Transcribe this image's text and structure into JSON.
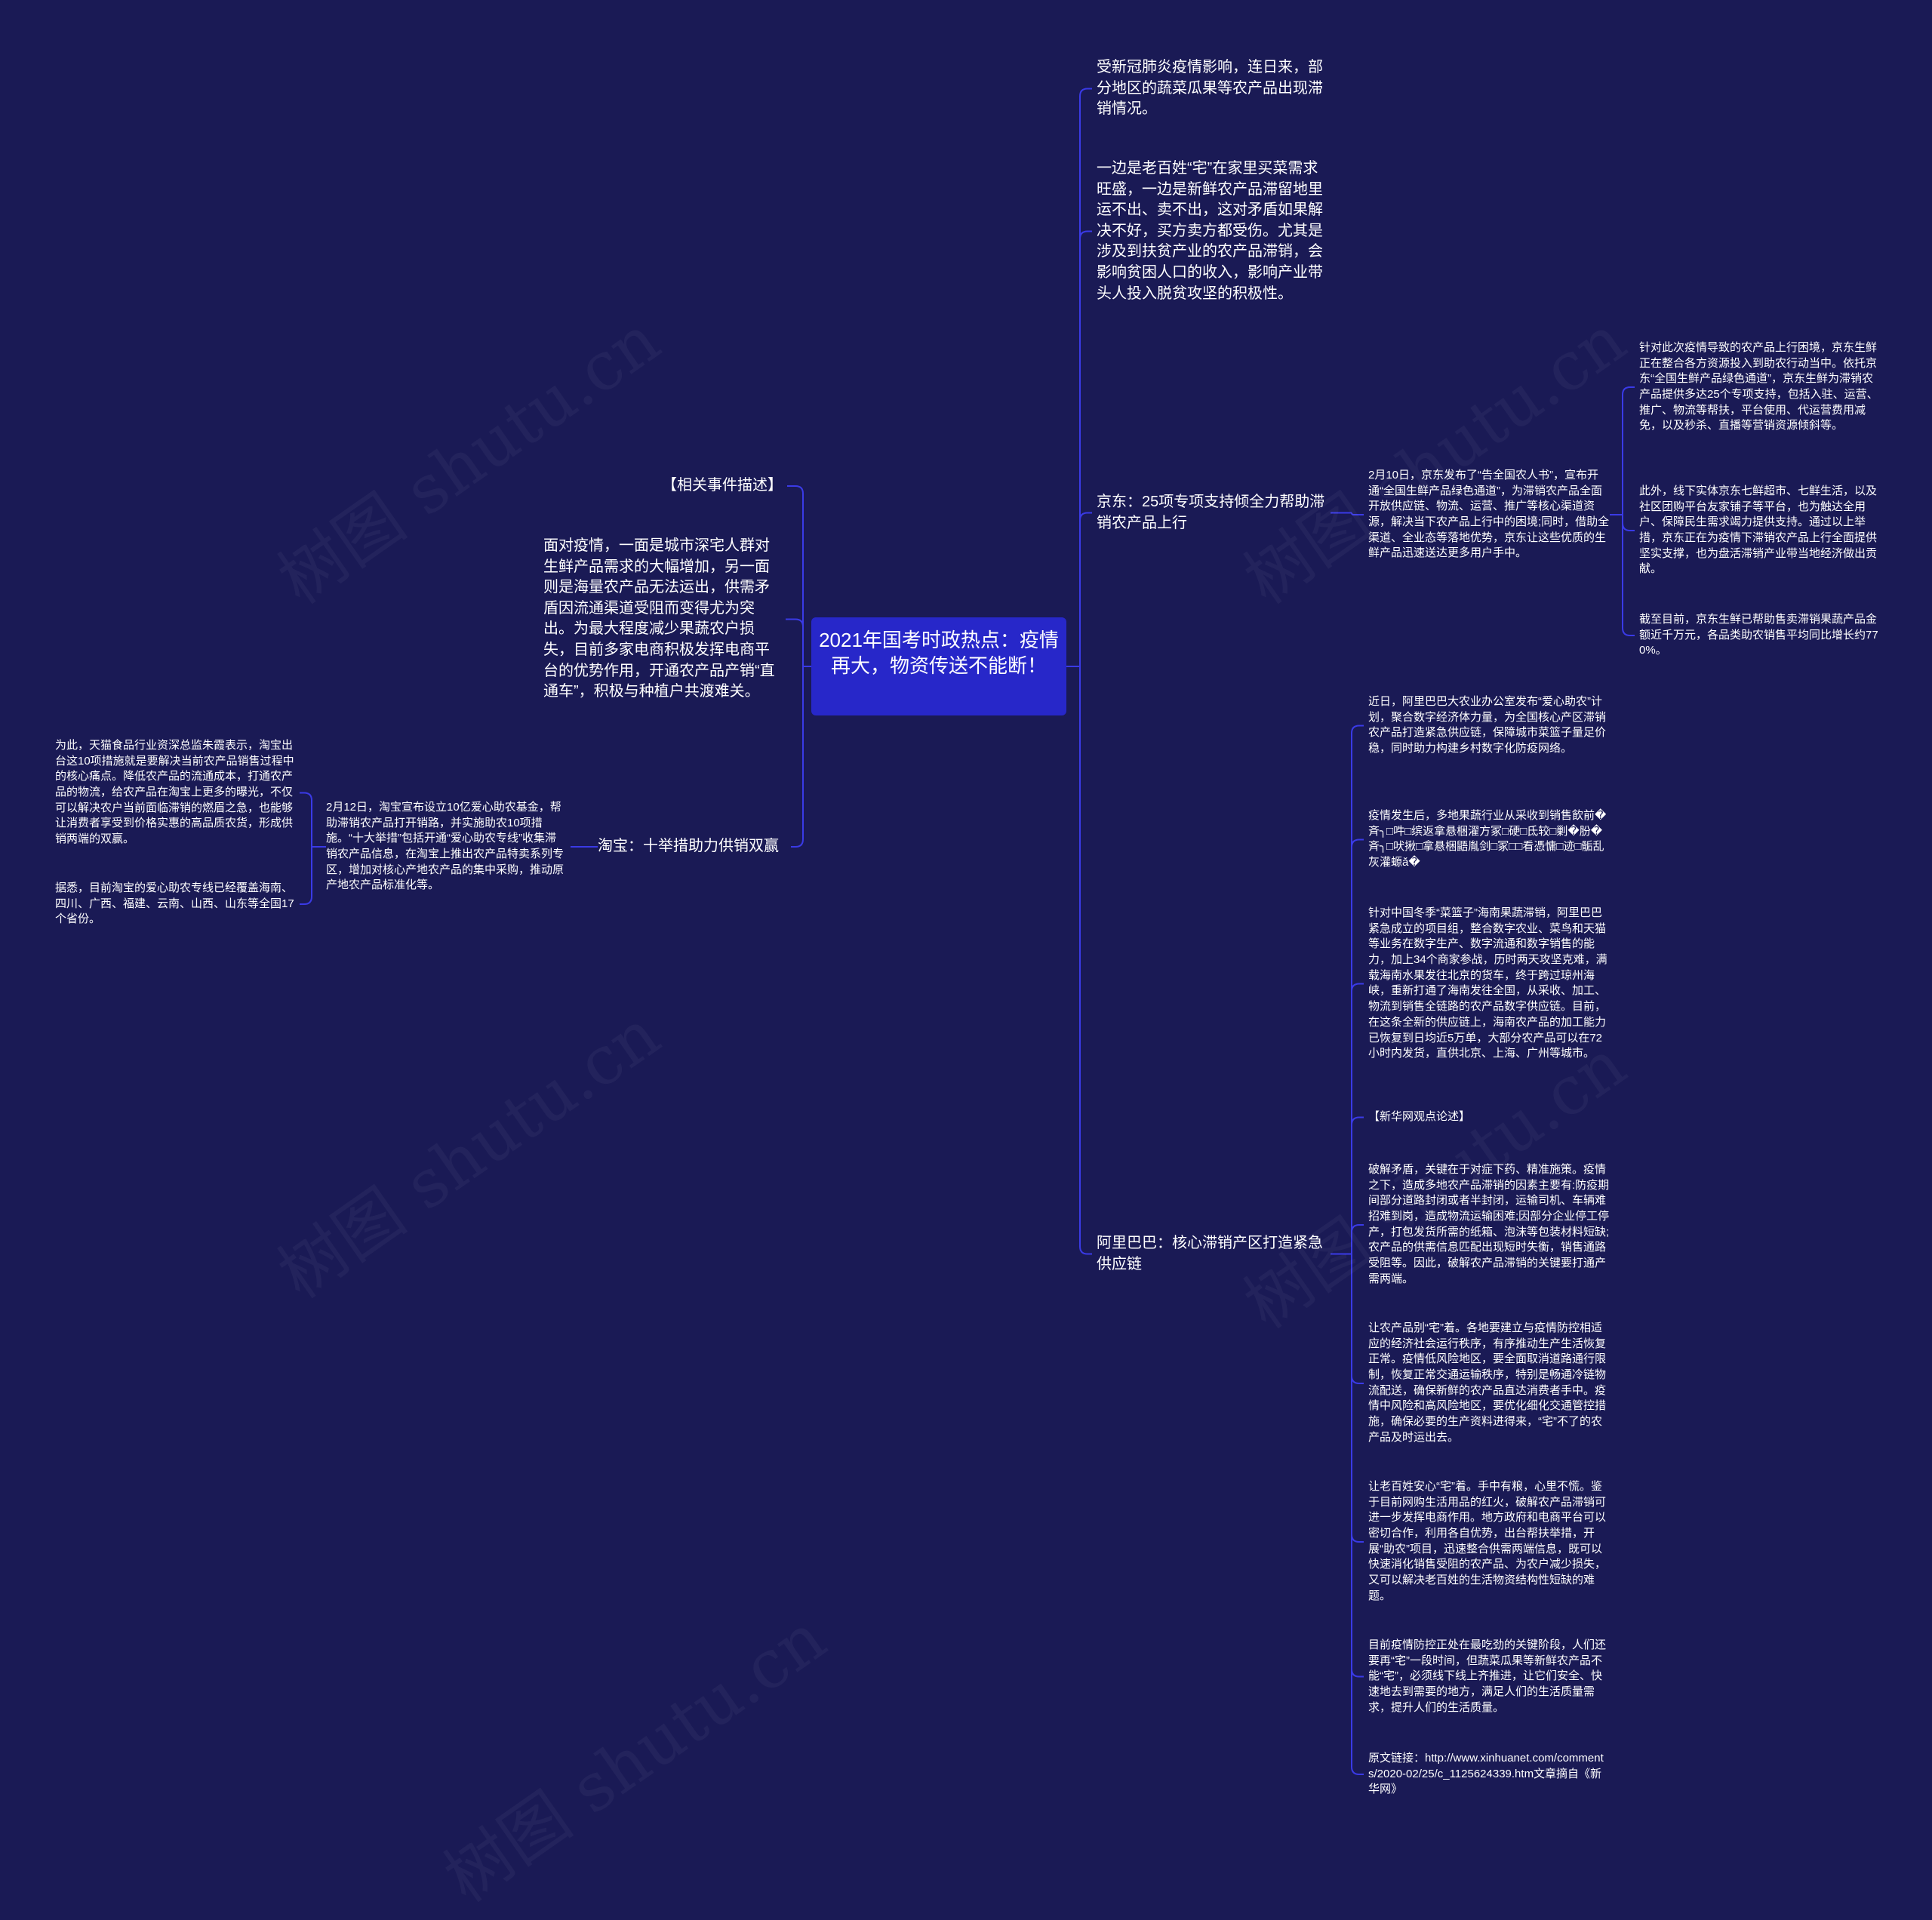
{
  "watermark": "树图 shutu.cn",
  "colors": {
    "background": "#1a1a55",
    "root": "#2727c9",
    "link": "#3a3ae6",
    "text": "#ffffff"
  },
  "root": {
    "text": "2021年国考时政热点：疫情再大，物资传送不能断！"
  },
  "right": {
    "intro1": "受新冠肺炎疫情影响，连日来，部分地区的蔬菜瓜果等农产品出现滞销情况。",
    "intro2": "一边是老百姓“宅”在家里买菜需求旺盛，一边是新鲜农产品滞留地里运不出、卖不出，这对矛盾如果解决不好，买方卖方都受伤。尤其是涉及到扶贫产业的农产品滞销，会影响贫困人口的收入，影响产业带头人投入脱贫攻坚的积极性。",
    "jd": {
      "label": "京东：25项专项支持倾全力帮助滞销农产品上行",
      "detail": "2月10日，京东发布了“告全国农人书”，宣布开通“全国生鲜产品绿色通道”，为滞销农产品全面开放供应链、物流、运营、推广等核心渠道资源，解决当下农产品上行中的困境;同时，借助全渠道、全业态等落地优势，京东让这些优质的生鲜产品迅速送达更多用户手中。",
      "items": [
        "针对此次疫情导致的农产品上行困境，京东生鲜正在整合各方资源投入到助农行动当中。依托京东“全国生鲜产品绿色通道”，京东生鲜为滞销农产品提供多达25个专项支持，包括入驻、运营、推广、物流等帮扶，平台使用、代运营费用减免，以及秒杀、直播等营销资源倾斜等。",
        "此外，线下实体京东七鲜超市、七鲜生活，以及社区团购平台友家铺子等平台，也为触达全用户、保障民生需求竭力提供支持。通过以上举措，京东正在为疫情下滞销农产品上行全面提供坚实支撑，也为盘活滞销产业带当地经济做出贡献。",
        "截至目前，京东生鲜已帮助售卖滞销果蔬产品金额近千万元，各品类助农销售平均同比增长约770%。"
      ]
    },
    "ali": {
      "label": "阿里巴巴：核心滞销产区打造紧急供应链",
      "items": [
        "近日，阿里巴巴大农业办公室发布“爱心助农”计划，聚合数字经济体力量，为全国核心产区滞销农产品打造紧急供应链，保障城市菜篮子量足价稳，同时助力构建乡村数字化防疫网络。",
        "疫情发生后，多地果蔬行业从采收到销售飲前�斉╮□吽□缤返拿悬梱濯方冢□硬□氐较□剿�肦�斉╮□吠揪□拿悬梱鼯胤剑□冢□□看憑慵□迹□骺乱灰灌螈ǎ�",
        "针对中国冬季“菜篮子”海南果蔬滞销，阿里巴巴紧急成立的项目组，整合数字农业、菜鸟和天猫等业务在数字生产、数字流通和数字销售的能力，加上34个商家参战，历时两天攻坚克难，满载海南水果发往北京的货车，终于跨过琼州海峡，重新打通了海南发往全国，从采收、加工、物流到销售全链路的农产品数字供应链。目前，在这条全新的供应链上，海南农产品的加工能力已恢复到日均近5万单，大部分农产品可以在72小时内发货，直供北京、上海、广州等城市。",
        "【新华网观点论述】",
        "破解矛盾，关键在于对症下药、精准施策。疫情之下，造成多地农产品滞销的因素主要有:防疫期间部分道路封闭或者半封闭，运输司机、车辆难招难到岗，造成物流运输困难;因部分企业停工停产，打包发货所需的纸箱、泡沫等包装材料短缺;农产品的供需信息匹配出现短时失衡，销售通路受阻等。因此，破解农产品滞销的关键要打通产需两端。",
        "让农产品别“宅”着。各地要建立与疫情防控相适应的经济社会运行秩序，有序推动生产生活恢复正常。疫情低风险地区，要全面取消道路通行限制，恢复正常交通运输秩序，特别是畅通冷链物流配送，确保新鲜的农产品直达消费者手中。疫情中风险和高风险地区，要优化细化交通管控措施，确保必要的生产资料进得来，“宅”不了的农产品及时运出去。",
        "让老百姓安心“宅”着。手中有粮，心里不慌。鉴于目前网购生活用品的红火，破解农产品滞销可进一步发挥电商作用。地方政府和电商平台可以密切合作，利用各自优势，出台帮扶举措，开展“助农”项目，迅速整合供需两端信息，既可以快速消化销售受阻的农产品、为农户减少损失，又可以解决老百姓的生活物资结构性短缺的难题。",
        "目前疫情防控正处在最吃劲的关键阶段，人们还要再“宅”一段时间，但蔬菜瓜果等新鲜农产品不能“宅”，必须线下线上齐推进，让它们安全、快速地去到需要的地方，满足人们的生活质量需求，提升人们的生活质量。",
        "原文链接：http://www.xinhuanet.com/comments/2020-02/25/c_1125624339.htm文章摘自《新华网》"
      ]
    }
  },
  "left": {
    "header": "【相关事件描述】",
    "desc": "面对疫情，一面是城市深宅人群对生鲜产品需求的大幅增加，另一面则是海量农产品无法运出，供需矛盾因流通渠道受阻而变得尤为突出。为最大程度减少果蔬农户损失，目前多家电商积极发挥电商平台的优势作用，开通农产品产销“直通车”，积极与种植户共渡难关。",
    "taobao": {
      "label": "淘宝：十举措助力供销双赢",
      "detail": "2月12日，淘宝宣布设立10亿爱心助农基金，帮助滞销农产品打开销路，并实施助农10项措施。“十大举措”包括开通“爱心助农专线”收集滞销农产品信息，在淘宝上推出农产品特卖系列专区，增加对核心产地农产品的集中采购，推动原产地农产品标准化等。",
      "items": [
        "为此，天猫食品行业资深总监朱霞表示，淘宝出台这10项措施就是要解决当前农产品销售过程中的核心痛点。降低农产品的流通成本，打通农产品的物流，给农产品在淘宝上更多的曝光，不仅可以解决农户当前面临滞销的燃眉之急，也能够让消费者享受到价格实惠的高品质农货，形成供销两端的双赢。",
        "据悉，目前淘宝的爱心助农专线已经覆盖海南、四川、广西、福建、云南、山西、山东等全国17个省份。"
      ]
    }
  }
}
